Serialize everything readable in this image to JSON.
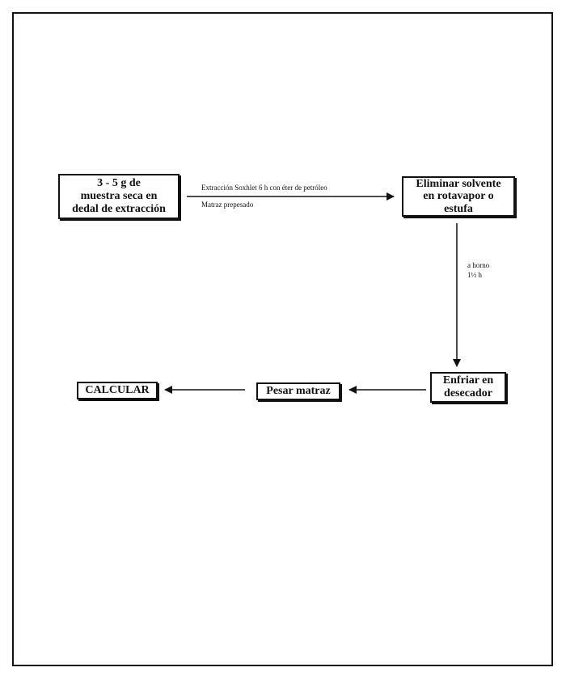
{
  "diagram": {
    "nodes": {
      "sample": "3 - 5 g de\nmuestra seca en\ndedal de extracción",
      "remove_solvent": "Eliminar solvente\nen rotavapor o\nestufa",
      "cool": "Enfriar en\ndesecador",
      "weigh": "Pesar matraz",
      "calculate": "CALCULAR"
    },
    "edge_labels": {
      "extraction": "Extracción Soxhlet 6 h con éter de petróleo",
      "flask": "Matraz prepesado",
      "oven": "a horno\n1½ h"
    }
  }
}
